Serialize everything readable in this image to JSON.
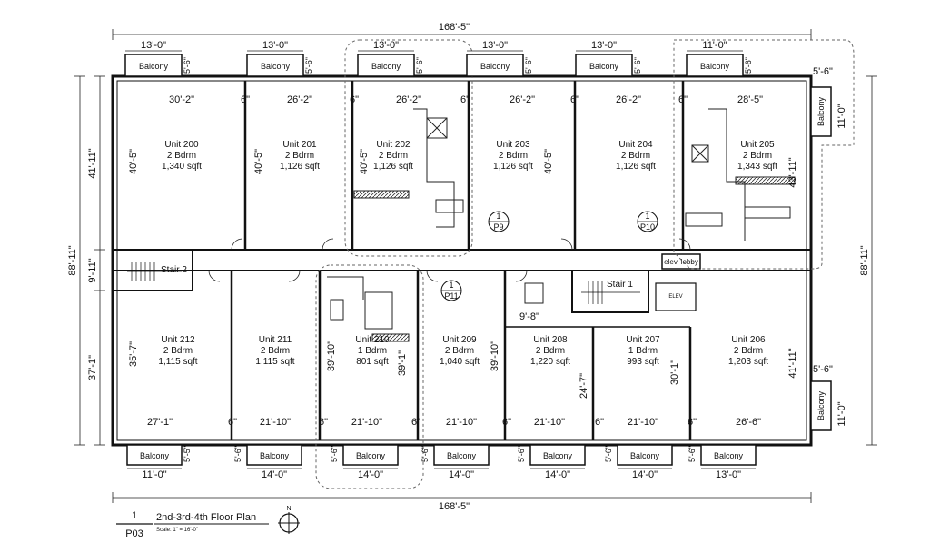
{
  "overall": {
    "width_top": "168'-5\"",
    "width_bottom": "168'-5\"",
    "depth_left": "88'-11\"",
    "depth_right": "88'-11\""
  },
  "left_dims": {
    "north": "41'-11\"",
    "corridor": "9'-11\"",
    "south": "37'-1\""
  },
  "balcony_label": "Balcony",
  "top_balcony_widths": [
    "13'-0\"",
    "13'-0\"",
    "13'-0\"",
    "13'-0\"",
    "13'-0\"",
    "11'-0\""
  ],
  "top_balcony_depths": [
    "5'-6\"",
    "5'-6\"",
    "5'-6\"",
    "5'-6\"",
    "5'-6\"",
    "5'-6\""
  ],
  "bottom_balcony_widths": [
    "11'-0\"",
    "14'-0\"",
    "14'-0\"",
    "14'-0\"",
    "14'-0\"",
    "14'-0\"",
    "13'-0\""
  ],
  "bottom_balcony_depths": [
    "5'-5\"",
    "5'-6\"",
    "5'-6\"",
    "5'-6\"",
    "5'-6\"",
    "5'-6\"",
    "5'-6\""
  ],
  "right_balconies": {
    "dim_top": "5'-6\"",
    "width_top": "11'-0\"",
    "dim_bottom": "5'-6\"",
    "width_bottom": "11'-0\""
  },
  "north_units": [
    {
      "name": "Unit 200",
      "type": "2 Bdrm",
      "area": "1,340 sqft",
      "width": "30'-2\"",
      "depth": "40'-5\""
    },
    {
      "name": "Unit 201",
      "type": "2 Bdrm",
      "area": "1,126 sqft",
      "width": "26'-2\"",
      "depth": "40'-5\""
    },
    {
      "name": "Unit 202",
      "type": "2 Bdrm",
      "area": "1,126 sqft",
      "width": "26'-2\"",
      "depth": "40'-5\""
    },
    {
      "name": "Unit 203",
      "type": "2 Bdrm",
      "area": "1,126 sqft",
      "width": "26'-2\"",
      "depth": "40'-5\""
    },
    {
      "name": "Unit 204",
      "type": "2 Bdrm",
      "area": "1,126 sqft",
      "width": "26'-2\""
    },
    {
      "name": "Unit 205",
      "type": "2 Bdrm",
      "area": "1,343 sqft",
      "width": "28'-5\"",
      "depth": "43'-11\""
    }
  ],
  "south_units": [
    {
      "name": "Unit 212",
      "type": "2 Bdrm",
      "area": "1,115 sqft",
      "width": "27'-1\"",
      "depth": "35'-7\""
    },
    {
      "name": "Unit 211",
      "type": "2 Bdrm",
      "area": "1,115 sqft",
      "width": "21'-10\"",
      "depth": "39'-10\""
    },
    {
      "name": "Unit 210",
      "type": "1 Bdrm",
      "area": "801 sqft",
      "width": "21'-10\"",
      "depth": "39'-1\""
    },
    {
      "name": "Unit 209",
      "type": "2 Bdrm",
      "area": "1,040 sqft",
      "width": "21'-10\"",
      "depth": "39'-10\""
    },
    {
      "name": "Unit 208",
      "type": "2 Bdrm",
      "area": "1,220 sqft",
      "width": "21'-10\"",
      "depth": "24'-7\""
    },
    {
      "name": "Unit 207",
      "type": "1 Bdrm",
      "area": "993 sqft",
      "width": "21'-10\"",
      "depth": "30'-1\""
    },
    {
      "name": "Unit 206",
      "type": "2 Bdrm",
      "area": "1,203 sqft",
      "width": "26'-6\"",
      "depth": "41'-11\""
    }
  ],
  "partition": "6\"",
  "corridor_dim": "9'-8\"",
  "stair_left": "Stair 2",
  "stair_right": "Stair 1",
  "elev_lobby": "elev. lobby",
  "elev": "ELEV",
  "tags": [
    {
      "num": "1",
      "sheet": "P9"
    },
    {
      "num": "1",
      "sheet": "P10"
    },
    {
      "num": "1",
      "sheet": "P11"
    }
  ],
  "title_block": {
    "num": "1",
    "sheet": "P03",
    "title": "2nd-3rd-4th  Floor Plan",
    "scale": "Scale:  1\" = 16'-0\"",
    "north": "N"
  }
}
